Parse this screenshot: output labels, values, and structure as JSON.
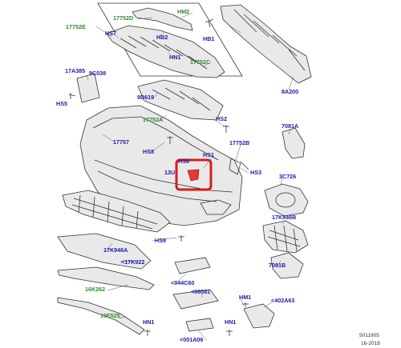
{
  "labels": {
    "p17752D": "17752D",
    "pHM2": "HM2",
    "p17752E": "17752E",
    "pHS7": "HS7",
    "pHB2": "HB2",
    "pHN1a": "HN1",
    "p17752C": "17752C",
    "pHB1": "HB1",
    "p17A385": "17A385",
    "p9C038": "9C038",
    "pHS5": "HS5",
    "p8A200": "8A200",
    "p9D619": "9D619",
    "p17752A": "17752A",
    "pHS2": "HS2",
    "p7081A": "7081A",
    "p17757": "17757",
    "pHS8a": "HS8",
    "p17752B": "17752B",
    "pHS1": "HS1",
    "pHS6": "HS6",
    "p13U": "13U",
    "pHS3": "HS3",
    "p3C726": "3C726",
    "p17K946B": "17K946B",
    "pHS8b": "HS8",
    "p17K946A": "17K946A",
    "p17K922": "<17K922",
    "p7081B": "7081B",
    "p16K262": "16K262",
    "p044C60": "<044C60",
    "p06081": "<06081",
    "pHM1": "HM1",
    "p402A63": "<402A63",
    "p19E525": "19E525",
    "pHN1b": "HN1",
    "pHN1c": "HN1",
    "p001A06": "<001A06"
  },
  "footer": {
    "code": "5011905",
    "date": "16-2018"
  },
  "highlight_color": "#d81b1b"
}
